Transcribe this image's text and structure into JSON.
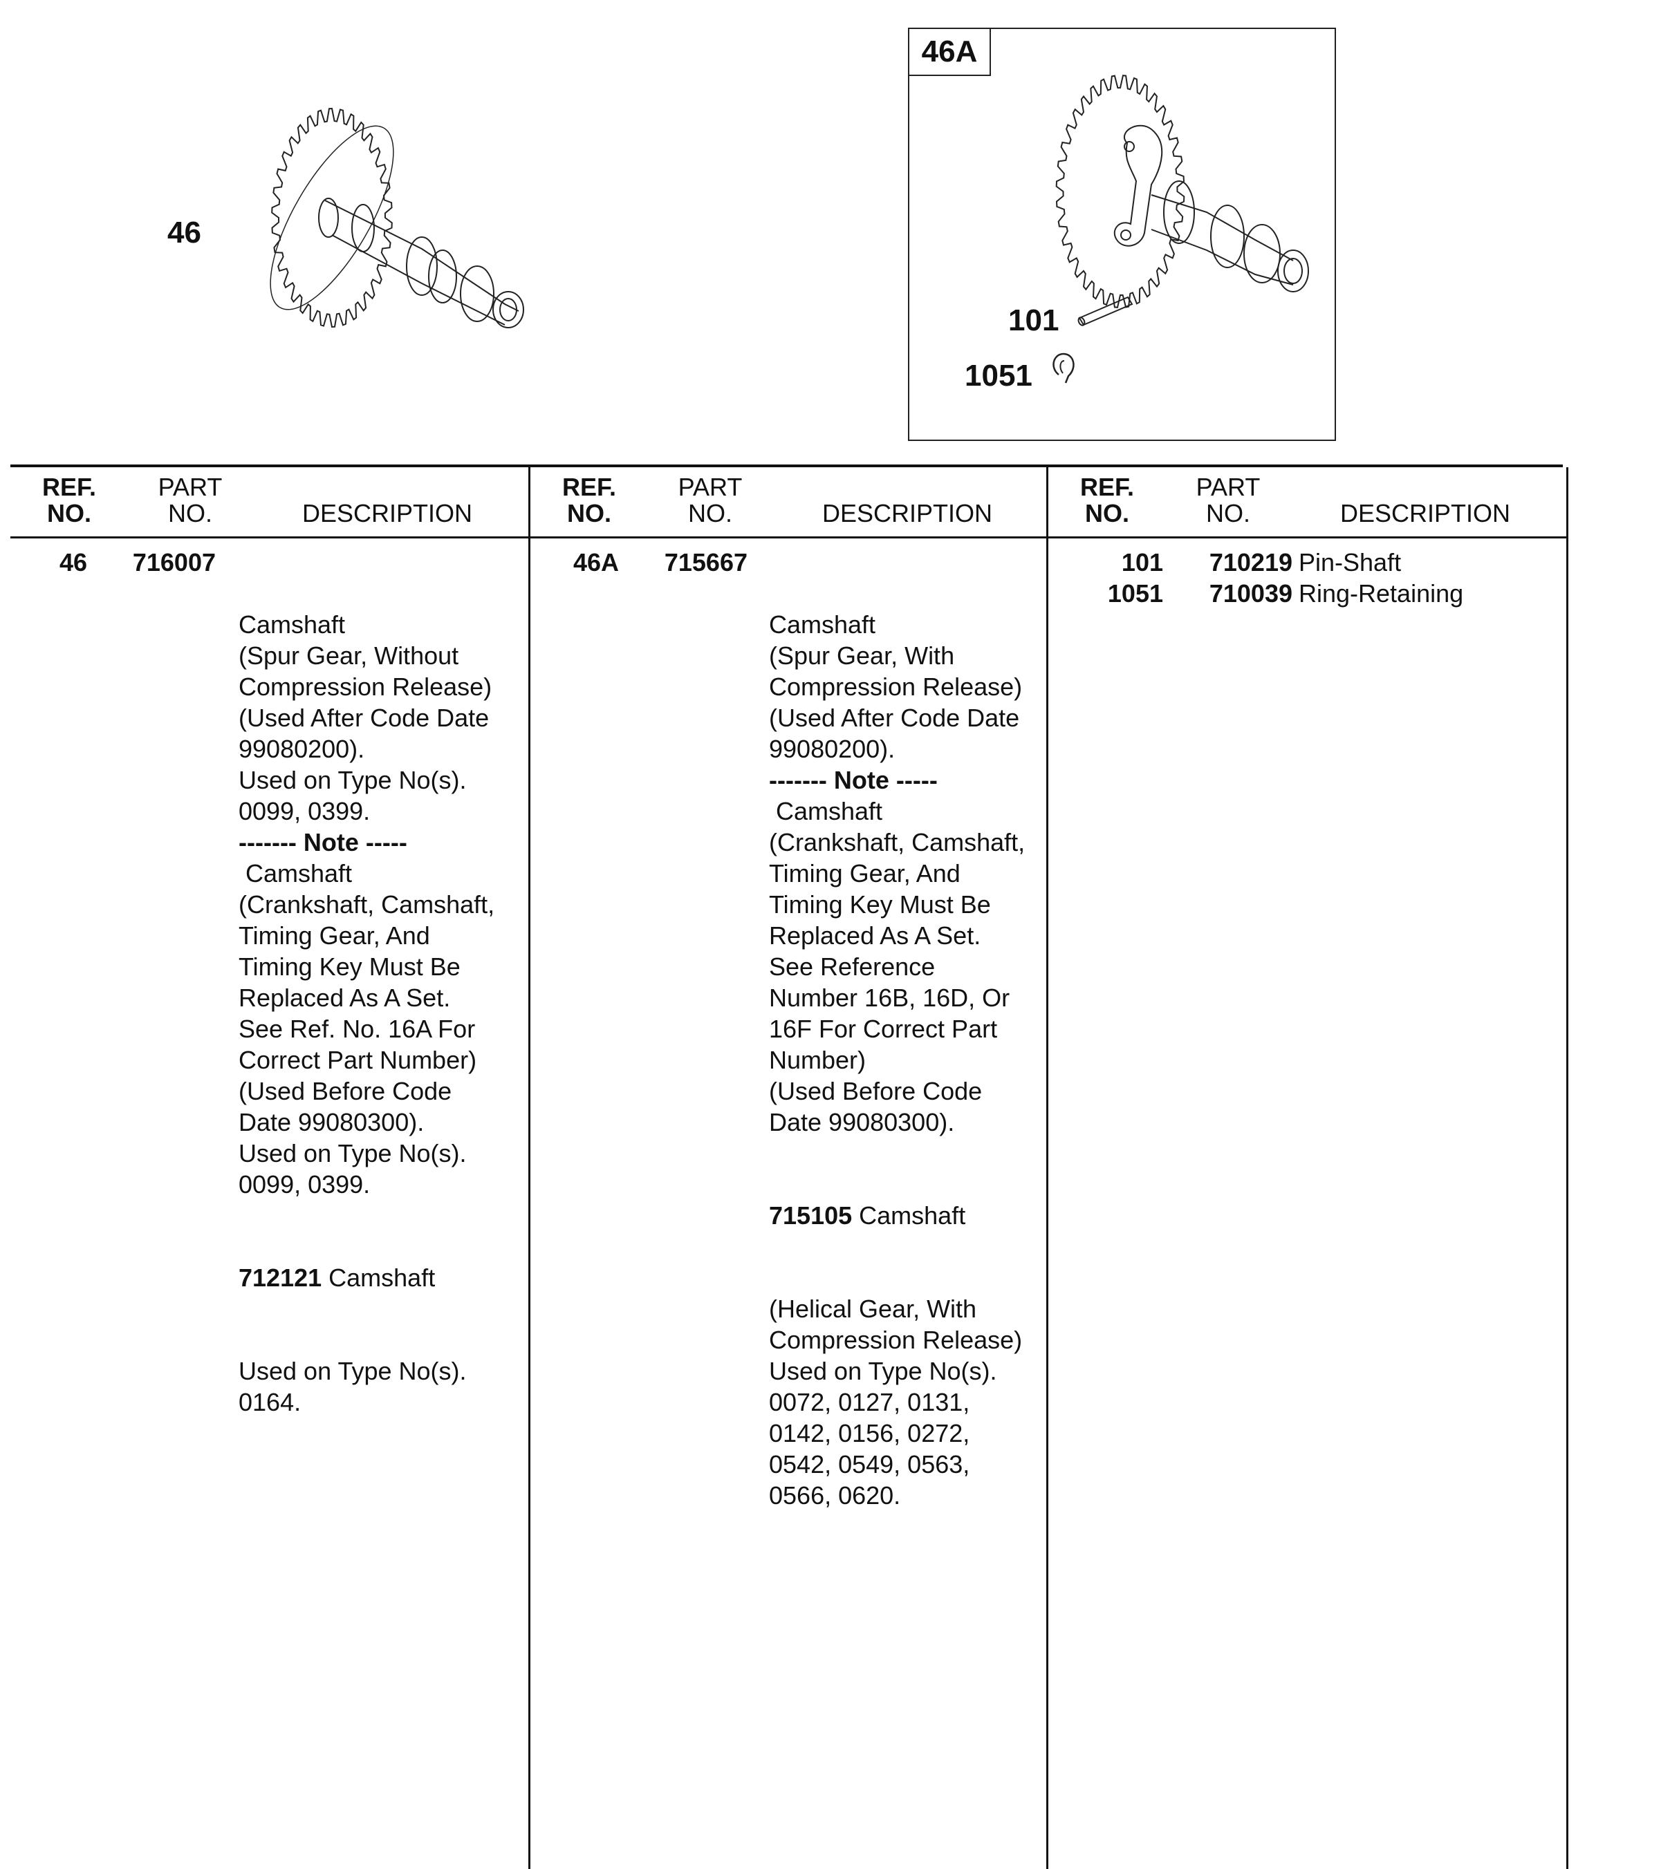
{
  "figures": {
    "fig1_callout": "46",
    "fig2_label": "46A",
    "fig2_callout_pin": "101",
    "fig2_callout_ring": "1051"
  },
  "table": {
    "headers": {
      "ref_line1": "REF.",
      "ref_line2": "NO.",
      "part_line1": "PART",
      "part_line2": "NO.",
      "description": "DESCRIPTION"
    },
    "col1": {
      "ref": "46",
      "part": "716007",
      "lines": [
        "Camshaft",
        "(Spur Gear, Without",
        "Compression Release)",
        "(Used After Code Date",
        "99080200).",
        "Used on Type No(s).",
        "0099, 0399.",
        "------- Note -----",
        " Camshaft",
        "(Crankshaft, Camshaft,",
        "Timing Gear, And",
        "Timing Key Must Be",
        "Replaced As A Set.",
        "See Ref. No. 16A For",
        "Correct Part Number)",
        "(Used Before Code",
        "Date 99080300).",
        "Used on Type No(s).",
        "0099, 0399."
      ],
      "alt_part": "712121",
      "alt_desc": " Camshaft",
      "alt_lines": [
        "Used on Type No(s).",
        "0164."
      ]
    },
    "col2": {
      "ref": "46A",
      "part": "715667",
      "lines": [
        "Camshaft",
        "(Spur Gear, With",
        "Compression Release)",
        "(Used After Code Date",
        "99080200).",
        "------- Note -----",
        " Camshaft",
        "(Crankshaft, Camshaft,",
        "Timing Gear, And",
        "Timing Key Must Be",
        "Replaced As A Set.",
        "See Reference",
        "Number 16B, 16D, Or",
        "16F For Correct Part",
        "Number)",
        "(Used Before Code",
        "Date 99080300)."
      ],
      "alt_part": "715105",
      "alt_desc": " Camshaft",
      "alt_lines": [
        "(Helical Gear, With",
        "Compression Release)",
        "Used on Type No(s).",
        "0072, 0127, 0131,",
        "0142, 0156, 0272,",
        "0542, 0549, 0563,",
        "0566, 0620."
      ]
    },
    "col3": {
      "rows": [
        {
          "ref": "101",
          "part": "710219",
          "desc": "Pin-Shaft"
        },
        {
          "ref": "1051",
          "part": "710039",
          "desc": "Ring-Retaining"
        }
      ]
    }
  }
}
